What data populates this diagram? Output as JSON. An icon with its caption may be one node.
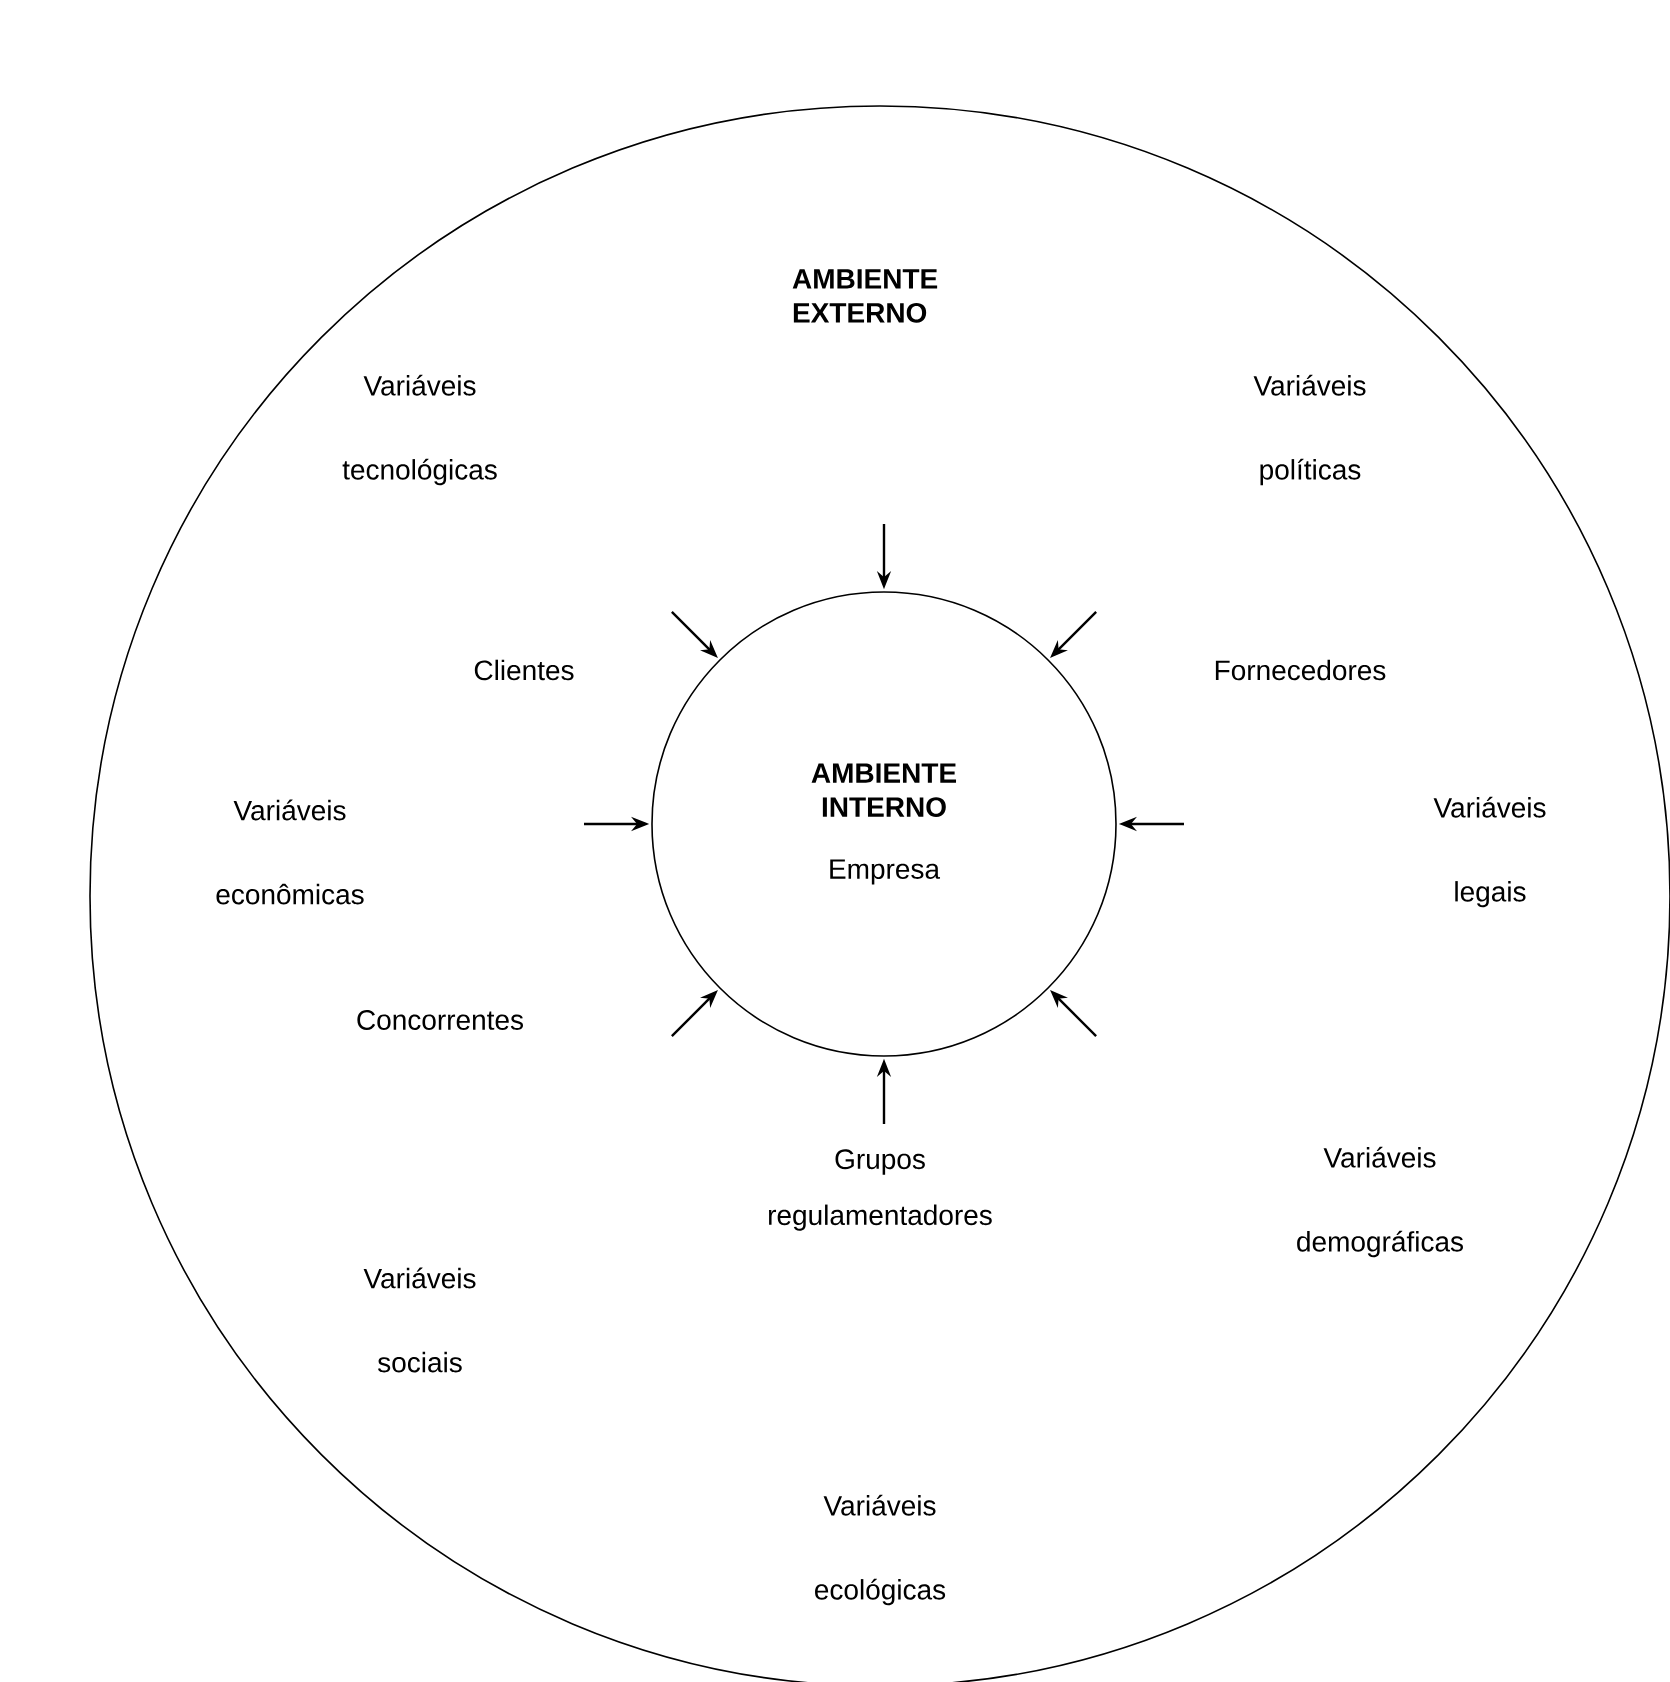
{
  "diagram": {
    "nodes": [
      {
        "text": [
          "AMBIENTE EXTERNO"
        ]
      },
      {
        "text": [
          "AMBIENTE INTERNO",
          "Empresa"
        ],
        "in": 0
      }
    ],
    "edges": [
      {
        "from": null,
        "to": 1,
        "arrow": "to"
      },
      {
        "from": null,
        "to": 1,
        "arrow": "to"
      },
      {
        "from": null,
        "to": 1,
        "arrow": "to"
      },
      {
        "from": null,
        "to": 1,
        "arrow": "to"
      },
      {
        "from": null,
        "to": 1,
        "arrow": "to"
      },
      {
        "from": null,
        "to": 1,
        "arrow": "to"
      },
      {
        "from": null,
        "to": 1,
        "arrow": "to"
      },
      {
        "from": null,
        "to": 1,
        "arrow": "to"
      }
    ],
    "labels": [
      "Variáveis tecnológicas",
      "Variáveis políticas",
      "Clientes",
      "Fornecedores",
      "Variáveis econômicas",
      "Variáveis legais",
      "Concorrentes",
      "Grupos regulamentadores",
      "Variáveis demográficas",
      "Variáveis sociais",
      "Variáveis ecológicas"
    ]
  }
}
